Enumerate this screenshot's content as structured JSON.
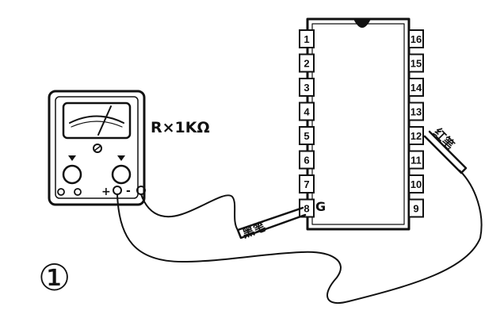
{
  "figure_label": "①",
  "meter": {
    "range_label": "R×1KΩ",
    "plus_label": "+",
    "minus_label": "-"
  },
  "chip": {
    "left_pins": [
      "1",
      "2",
      "3",
      "4",
      "5",
      "6",
      "7",
      "8"
    ],
    "right_pins": [
      "16",
      "15",
      "14",
      "13",
      "12",
      "11",
      "10",
      "9"
    ],
    "ground_label": "G"
  },
  "probes": {
    "black_label": "黑笔",
    "red_label": "红笔"
  }
}
